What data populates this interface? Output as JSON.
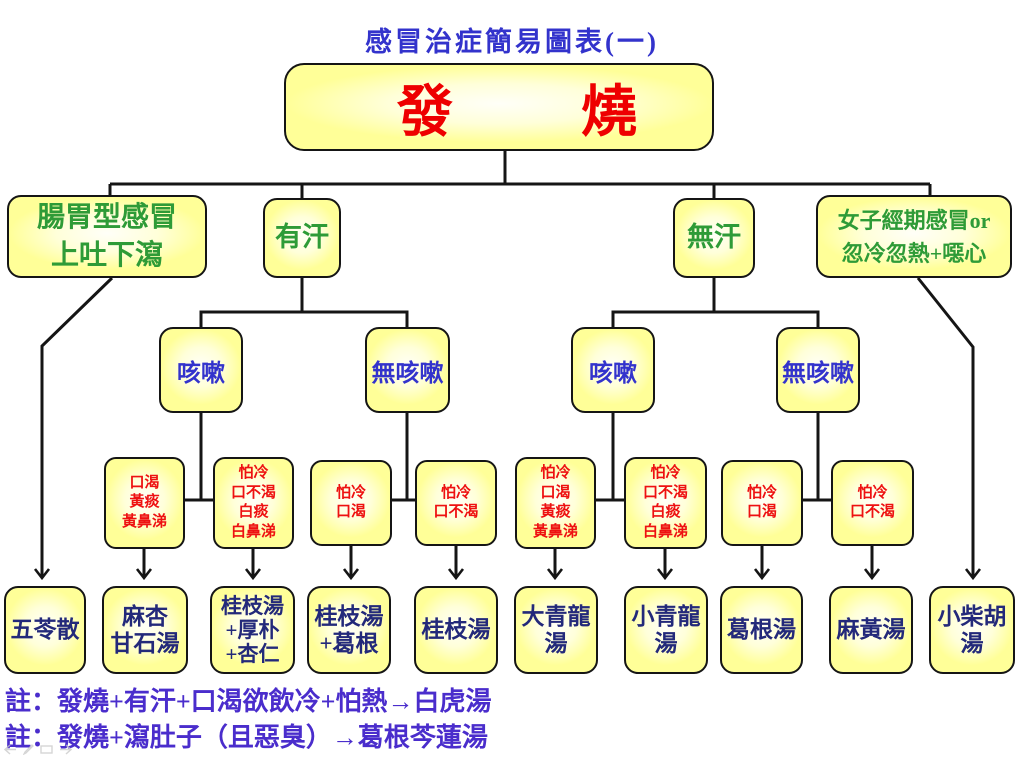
{
  "slide": {
    "title": "感冒治症簡易圖表(一)"
  },
  "nodes": {
    "root": {
      "id": "fever",
      "label": "發燒",
      "char1": "發",
      "char2": "燒"
    },
    "level2": [
      {
        "id": "gastro",
        "label": "腸胃型感冒\n上吐下瀉"
      },
      {
        "id": "sweat",
        "label": "有汗"
      },
      {
        "id": "no_sweat",
        "label": "無汗"
      },
      {
        "id": "menstrual",
        "label": "女子經期感冒or\n忽冷忽熱+噁心"
      }
    ],
    "level3": [
      {
        "id": "cough1",
        "label": "咳嗽"
      },
      {
        "id": "no_cough1",
        "label": "無咳嗽"
      },
      {
        "id": "cough2",
        "label": "咳嗽"
      },
      {
        "id": "no_cough2",
        "label": "無咳嗽"
      }
    ],
    "level4": [
      {
        "id": "s1",
        "label": "口渴\n黃痰\n黃鼻涕"
      },
      {
        "id": "s2",
        "label": "怕冷\n口不渴\n白痰\n白鼻涕"
      },
      {
        "id": "s3",
        "label": "怕冷\n口渴"
      },
      {
        "id": "s4",
        "label": "怕冷\n口不渴"
      },
      {
        "id": "s5",
        "label": "怕冷\n口渴\n黃痰\n黃鼻涕"
      },
      {
        "id": "s6",
        "label": "怕冷\n口不渴\n白痰\n白鼻涕"
      },
      {
        "id": "s7",
        "label": "怕冷\n口渴"
      },
      {
        "id": "s8",
        "label": "怕冷\n口不渴"
      }
    ],
    "treatments": [
      {
        "id": "t1",
        "label": "五苓散"
      },
      {
        "id": "t2",
        "label": "麻杏\n甘石湯"
      },
      {
        "id": "t3",
        "label": "桂枝湯\n+厚朴\n+杏仁"
      },
      {
        "id": "t4",
        "label": "桂枝湯\n+葛根"
      },
      {
        "id": "t5",
        "label": "桂枝湯"
      },
      {
        "id": "t6",
        "label": "大青龍\n湯"
      },
      {
        "id": "t7",
        "label": "小青龍\n湯"
      },
      {
        "id": "t8",
        "label": "葛根湯"
      },
      {
        "id": "t9",
        "label": "麻黃湯"
      },
      {
        "id": "t10",
        "label": "小柴胡\n湯"
      }
    ]
  },
  "edges": [
    {
      "from": "fever",
      "to": "gastro"
    },
    {
      "from": "fever",
      "to": "sweat"
    },
    {
      "from": "fever",
      "to": "no_sweat"
    },
    {
      "from": "fever",
      "to": "menstrual"
    },
    {
      "from": "sweat",
      "to": "cough1"
    },
    {
      "from": "sweat",
      "to": "no_cough1"
    },
    {
      "from": "no_sweat",
      "to": "cough2"
    },
    {
      "from": "no_sweat",
      "to": "no_cough2"
    },
    {
      "from": "cough1",
      "to": "s1"
    },
    {
      "from": "cough1",
      "to": "s2"
    },
    {
      "from": "no_cough1",
      "to": "s3"
    },
    {
      "from": "no_cough1",
      "to": "s4"
    },
    {
      "from": "cough2",
      "to": "s5"
    },
    {
      "from": "cough2",
      "to": "s6"
    },
    {
      "from": "no_cough2",
      "to": "s7"
    },
    {
      "from": "no_cough2",
      "to": "s8"
    },
    {
      "from": "gastro",
      "to": "t1",
      "arrow": true
    },
    {
      "from": "s1",
      "to": "t2",
      "arrow": true
    },
    {
      "from": "s2",
      "to": "t3",
      "arrow": true
    },
    {
      "from": "s3",
      "to": "t4",
      "arrow": true
    },
    {
      "from": "s4",
      "to": "t5",
      "arrow": true
    },
    {
      "from": "s5",
      "to": "t6",
      "arrow": true
    },
    {
      "from": "s6",
      "to": "t7",
      "arrow": true
    },
    {
      "from": "s7",
      "to": "t8",
      "arrow": true
    },
    {
      "from": "s8",
      "to": "t9",
      "arrow": true
    },
    {
      "from": "menstrual",
      "to": "t10",
      "arrow": true
    }
  ],
  "notes": [
    {
      "text": "註：發燒+有汗+口渴欲飲冷+怕熱→白虎湯"
    },
    {
      "text": "註：發燒+瀉肚子（且惡臭）→葛根芩蓮湯"
    }
  ],
  "nav_icons": [
    {
      "name": "previous-slide"
    },
    {
      "name": "pen-tool"
    },
    {
      "name": "slide-menu"
    },
    {
      "name": "next-slide"
    }
  ],
  "colors": {
    "title_blue": "#3333cc",
    "fever_red": "#ee0000",
    "level2_green": "#2e9b37",
    "level3_blue": "#3333cc",
    "symptom_red": "#ee1111",
    "treatment_navy": "#23297a",
    "note_purple": "#4a2dcc",
    "box_fill_edge": "#ffff98",
    "box_fill_center": "#fffff8",
    "box_border": "#151515"
  }
}
